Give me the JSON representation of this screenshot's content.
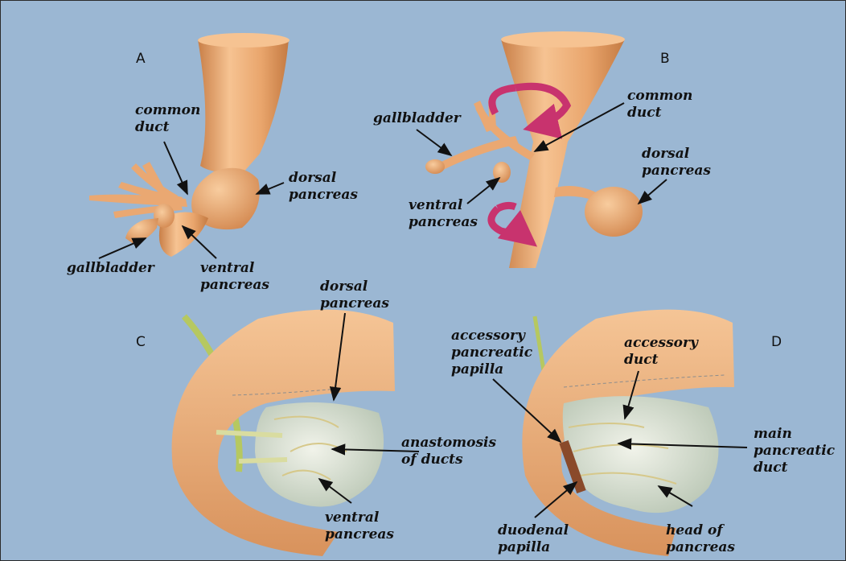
{
  "panels": {
    "A": {
      "letter": "A",
      "common_duct": "common\nduct",
      "dorsal_pancreas": "dorsal\npancreas",
      "gallbladder": "gallbladder",
      "ventral_pancreas": "ventral\npancreas"
    },
    "B": {
      "letter": "B",
      "gallbladder": "gallbladder",
      "common_duct": "common\nduct",
      "dorsal_pancreas": "dorsal\npancreas",
      "ventral_pancreas": "ventral\npancreas"
    },
    "C": {
      "letter": "C",
      "dorsal_pancreas": "dorsal\npancreas",
      "anastomosis": "anastomosis\nof ducts",
      "ventral_pancreas": "ventral\npancreas"
    },
    "D": {
      "letter": "D",
      "accessory_papilla": "accessory\npancreatic\npapilla",
      "accessory_duct": "accessory\nduct",
      "main_duct": "main\npancreatic\nduct",
      "duodenal_papilla": "duodenal\npapilla",
      "head_of_pancreas": "head of\npancreas"
    }
  },
  "colors": {
    "background": "#9bb7d3",
    "tissue": "#e9ad79",
    "pancreas_tissue": "#dfe6d6",
    "rotation_arrow": "#c8336e",
    "bile_duct": "#b6c860"
  }
}
